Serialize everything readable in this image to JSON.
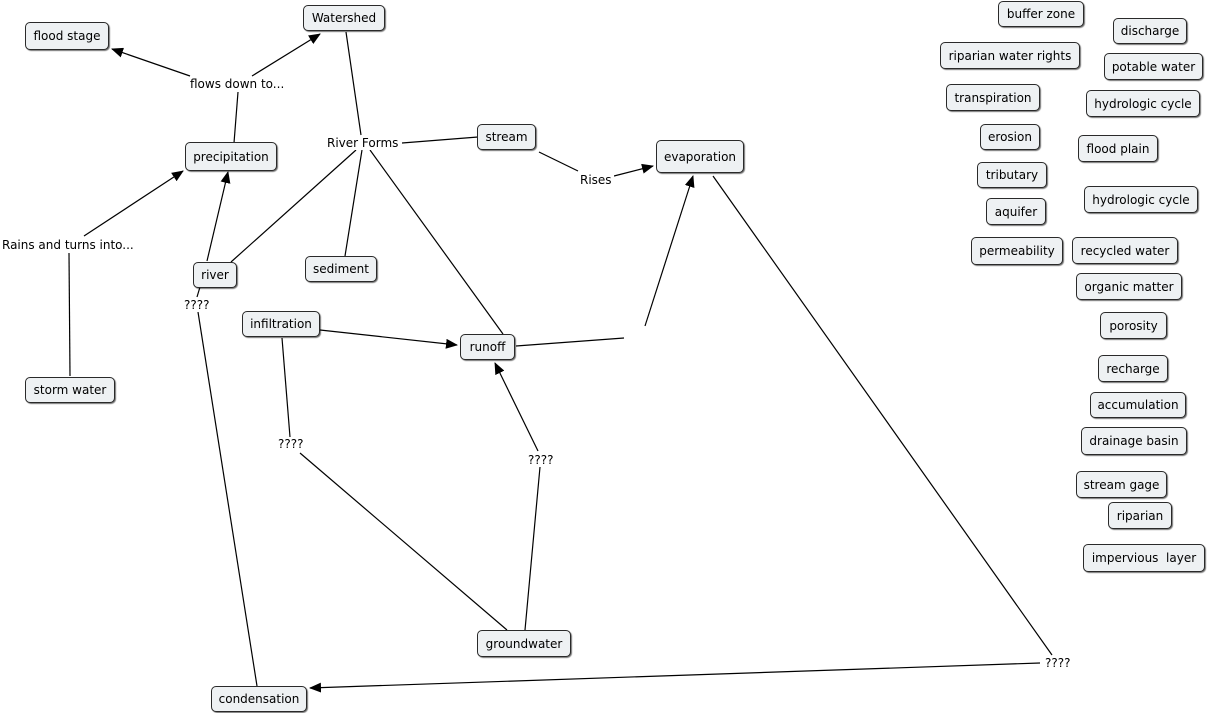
{
  "concepts": {
    "flood_stage": "flood stage",
    "watershed": "Watershed",
    "precipitation": "precipitation",
    "stream": "stream",
    "evaporation": "evaporation",
    "river": "river",
    "sediment": "sediment",
    "infiltration": "infiltration",
    "runoff": "runoff",
    "storm_water": "storm water",
    "groundwater": "groundwater",
    "condensation": "condensation",
    "buffer_zone": "buffer zone",
    "discharge": "discharge",
    "riparian_water_rights": "riparian water rights",
    "potable_water": "potable water",
    "transpiration": "transpiration",
    "hydrologic_cycle_1": "hydrologic cycle",
    "erosion": "erosion",
    "flood_plain": "flood plain",
    "tributary": "tributary",
    "aquifer": "aquifer",
    "hydrologic_cycle_2": "hydrologic cycle",
    "permeability": "permeability",
    "recycled_water": "recycled water",
    "organic_matter": "organic matter",
    "porosity": "porosity",
    "recharge": "recharge",
    "accumulation": "accumulation",
    "drainage_basin": "drainage basin",
    "stream_gage": "stream gage",
    "riparian": "riparian",
    "impervious_layer": "impervious  layer"
  },
  "links": {
    "flows_down_to": "flows down to...",
    "river_forms": "River Forms",
    "rises": "Rises",
    "rains_and_turns_into": "Rains and turns into...",
    "unknown_river": "????",
    "unknown_infiltration": "????",
    "unknown_groundwater": "????",
    "unknown_evaporation": "????"
  }
}
